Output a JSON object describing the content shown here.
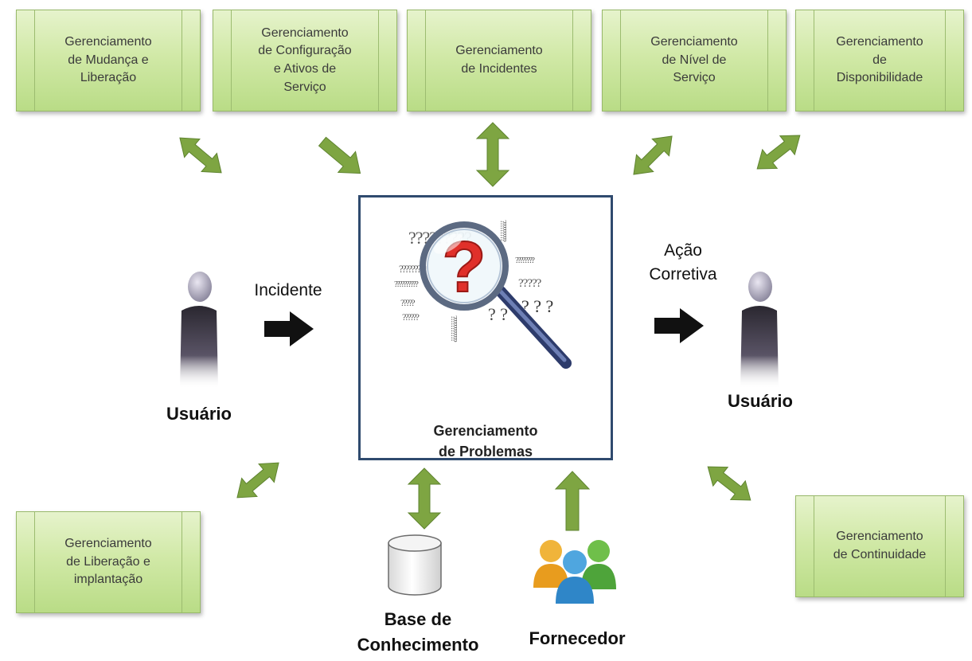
{
  "top_processes": [
    {
      "label": "Gerenciamento\nde Mudança e\nLiberação"
    },
    {
      "label": "Gerenciamento\nde Configuração\ne Ativos de\nServiço"
    },
    {
      "label": "Gerenciamento\nde Incidentes"
    },
    {
      "label": "Gerenciamento\nde Nível de\nServiço"
    },
    {
      "label": "Gerenciamento\nde\nDisponibilidade"
    }
  ],
  "bottom_processes": [
    {
      "label": "Gerenciamento\nde Liberação e\nimplantação"
    },
    {
      "label": "Gerenciamento\nde Continuidade"
    }
  ],
  "center": {
    "label": "Gerenciamento\nde Problemas"
  },
  "left_user": {
    "label": "Usuário"
  },
  "right_user": {
    "label": "Usuário"
  },
  "incident_label": "Incidente",
  "corrective_action_label": "Ação\nCorretiva",
  "knowledge_base_label": "Base de\nConhecimento",
  "supplier_label": "Fornecedor",
  "colors": {
    "box_fill": "#c9e4a0",
    "arrow_green": "#7ea542",
    "panel_border": "#2f4a6e",
    "question_red": "#e0302a"
  },
  "icons": [
    "user-silhouette-icon",
    "magnifier-question-icon",
    "database-cylinder-icon",
    "people-group-icon"
  ]
}
